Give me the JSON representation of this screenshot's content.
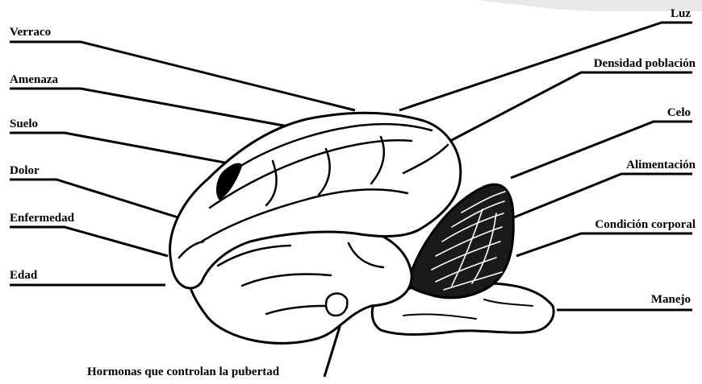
{
  "diagram": {
    "colors": {
      "ink": "#000000",
      "background": "#ffffff"
    },
    "labels_left": [
      "Verraco",
      "Amenaza",
      "Suelo",
      "Dolor",
      "Enfermedad",
      "Edad"
    ],
    "labels_right": [
      "Luz",
      "Densidad población",
      "Celo",
      "Alimentación",
      "Condición corporal",
      "Manejo"
    ],
    "label_bottom": "Hormonas que controlan la pubertad"
  }
}
